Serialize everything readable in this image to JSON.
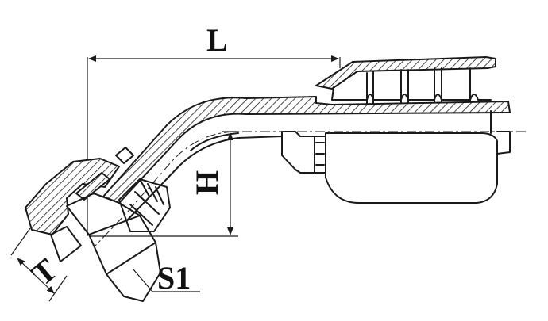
{
  "drawing": {
    "dimensions": {
      "length": "L",
      "height": "H",
      "thread": "T",
      "hex_size": "S1"
    },
    "colors": {
      "line": "#1a1a1a",
      "background": "#ffffff"
    }
  }
}
